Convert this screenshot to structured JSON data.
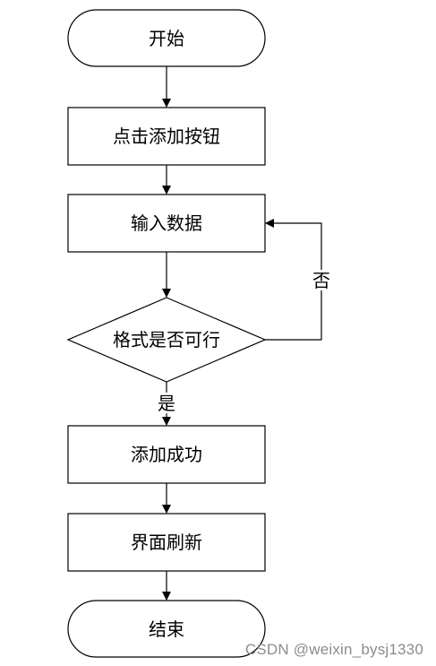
{
  "flowchart": {
    "nodes": {
      "start": {
        "label": "开始",
        "shape": "terminal"
      },
      "click_add": {
        "label": "点击添加按钮",
        "shape": "process"
      },
      "input_data": {
        "label": "输入数据",
        "shape": "process"
      },
      "format_check": {
        "label": "格式是否可行",
        "shape": "decision"
      },
      "add_success": {
        "label": "添加成功",
        "shape": "process"
      },
      "refresh": {
        "label": "界面刷新",
        "shape": "process"
      },
      "end": {
        "label": "结束",
        "shape": "terminal"
      }
    },
    "edges": {
      "no_label": "否",
      "yes_label": "是"
    }
  },
  "watermark": "CSDN @weixin_bysj1330"
}
